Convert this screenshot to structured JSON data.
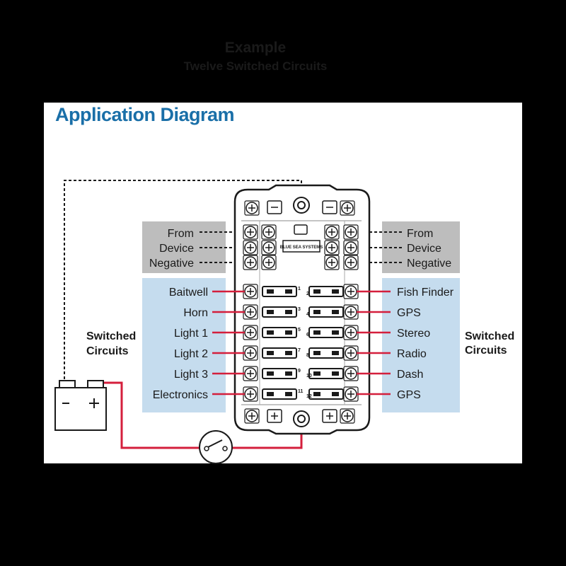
{
  "header": {
    "title": "Application Diagram",
    "example": "Example",
    "subtitle": "Twelve Switched Circuits"
  },
  "left_group": {
    "negative_label": [
      "From",
      "Device",
      "Negative"
    ],
    "switched_label": [
      "Switched",
      "Circuits"
    ],
    "circuits": [
      "Baitwell",
      "Horn",
      "Light 1",
      "Light 2",
      "Light 3",
      "Electronics"
    ]
  },
  "right_group": {
    "negative_label": [
      "From",
      "Device",
      "Negative"
    ],
    "switched_label": [
      "Switched",
      "Circuits"
    ],
    "circuits": [
      "Fish Finder",
      "GPS",
      "Stereo",
      "Radio",
      "Dash",
      "GPS"
    ]
  },
  "fuse_numbers": [
    "1",
    "2",
    "3",
    "4",
    "5",
    "6",
    "7",
    "8",
    "9",
    "10",
    "11",
    "12"
  ],
  "brand_text": "BLUE SEA SYSTEMS",
  "colors": {
    "title_blue": "#1a6fa8",
    "gray_panel": "#bdbdbd",
    "blue_panel": "#c5dcee",
    "wire_red": "#d41f3c"
  },
  "icons": [
    "battery-icon",
    "switch-icon",
    "fuse-block-icon",
    "screw-terminal-icon"
  ]
}
